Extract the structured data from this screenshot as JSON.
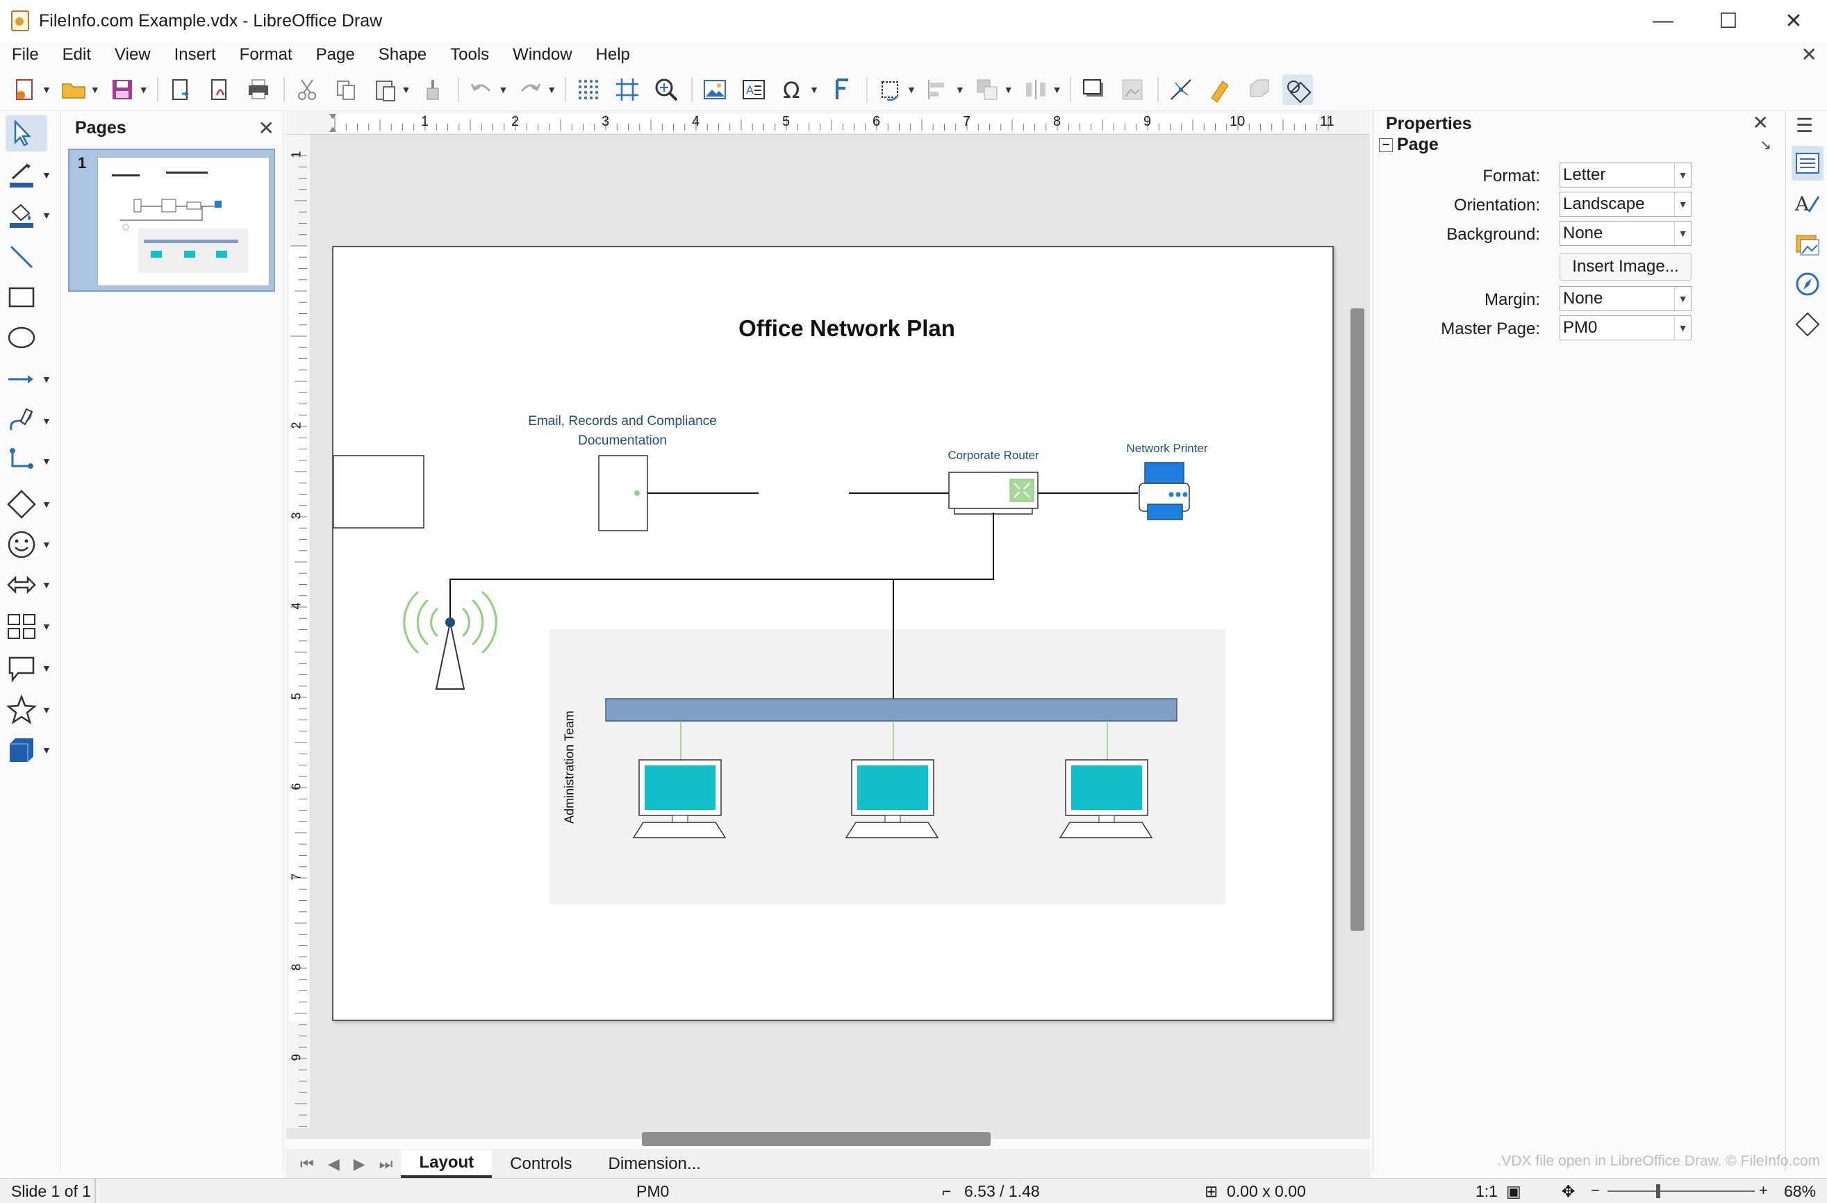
{
  "window": {
    "title": "FileInfo.com Example.vdx - LibreOffice Draw",
    "minimize": "—",
    "maximize": "☐",
    "close": "✕"
  },
  "menu": [
    "File",
    "Edit",
    "View",
    "Insert",
    "Format",
    "Page",
    "Shape",
    "Tools",
    "Window",
    "Help"
  ],
  "pages_panel": {
    "title": "Pages",
    "page_number": "1"
  },
  "ruler": {
    "h_ticks": [
      "1",
      "2",
      "3",
      "4",
      "5",
      "6",
      "7",
      "8",
      "9",
      "10",
      "11"
    ],
    "v_ticks": [
      "1",
      "2",
      "3",
      "4",
      "5",
      "6",
      "7",
      "8",
      "9"
    ]
  },
  "diagram": {
    "title": "Office Network Plan",
    "email_label_line1": "Email, Records and Compliance",
    "email_label_line2": "Documentation",
    "router_label": "Corporate Router",
    "printer_label": "Network Printer",
    "team_label": "Administration Team",
    "colors": {
      "label_blue": "#1f4e79",
      "bus_blue": "#7f9fc5",
      "monitor_teal": "#10bfc9",
      "wifi_green": "#8fd17a",
      "printer_blue": "#1e7fe0",
      "group_gray": "#f2f2f2"
    }
  },
  "tabs": [
    "Layout",
    "Controls",
    "Dimension..."
  ],
  "properties": {
    "title": "Properties",
    "section": "Page",
    "format_label": "Format:",
    "format_value": "Letter",
    "orientation_label": "Orientation:",
    "orientation_value": "Landscape",
    "background_label": "Background:",
    "background_value": "None",
    "insert_image": "Insert Image...",
    "margin_label": "Margin:",
    "margin_value": "None",
    "master_label": "Master Page:",
    "master_value": "PM0"
  },
  "status": {
    "slide": "Slide 1 of 1",
    "master": "PM0",
    "position": "6.53 / 1.48",
    "size": "0.00 x 0.00",
    "scale": "1:1",
    "zoom": "68%"
  },
  "watermark": ".VDX file open in LibreOffice Draw. © FileInfo.com"
}
